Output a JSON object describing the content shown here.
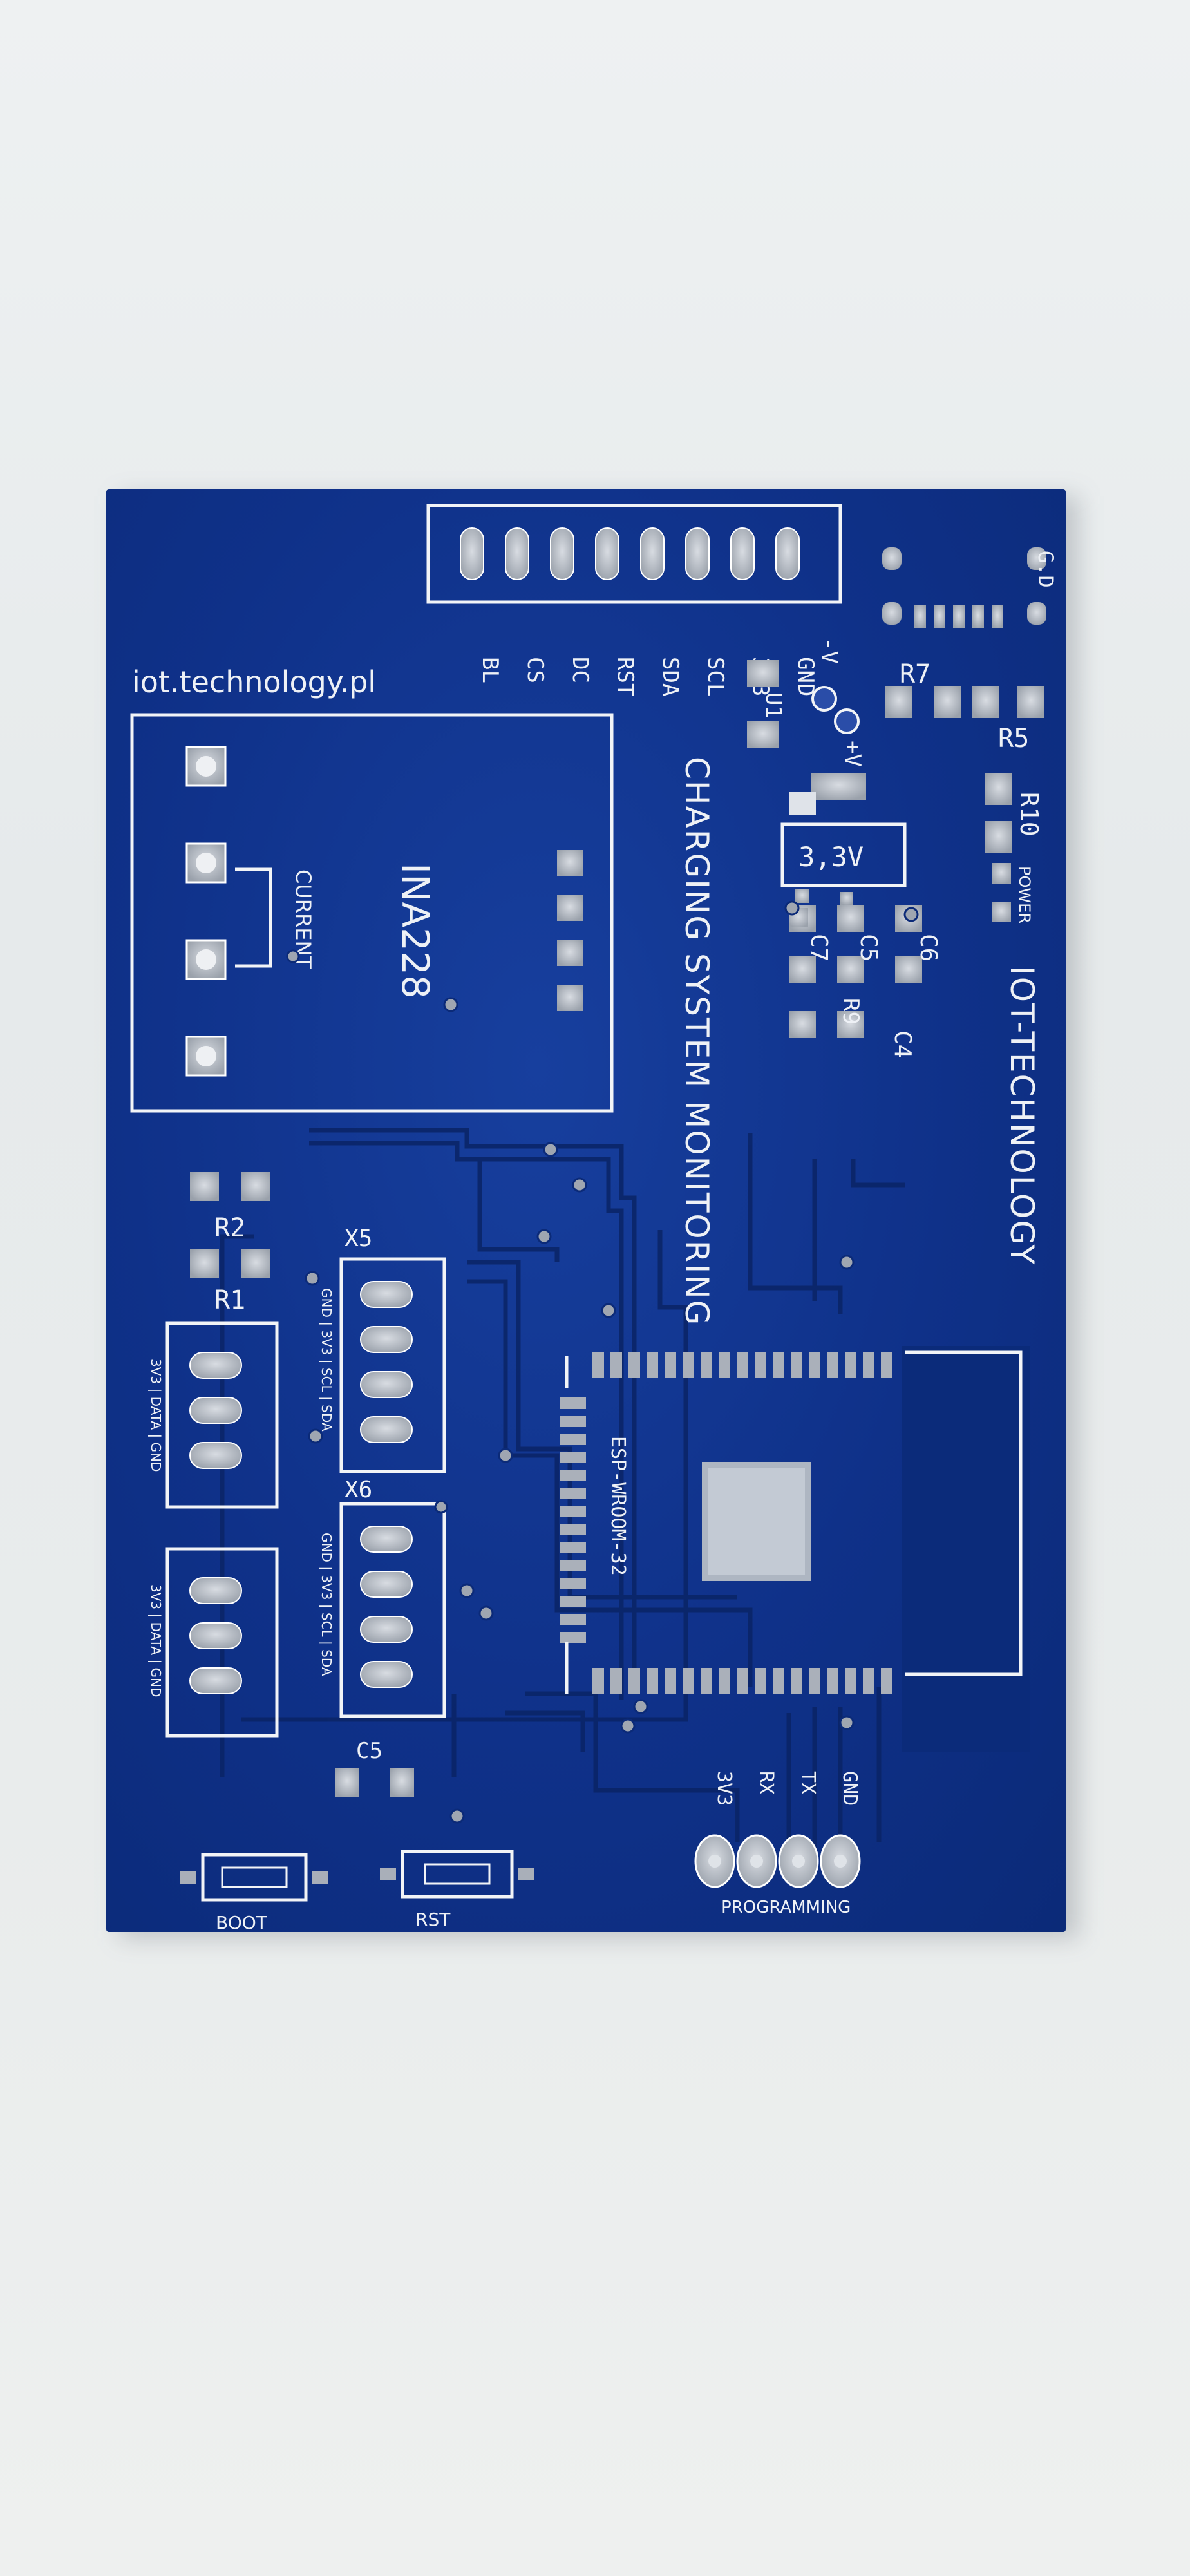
{
  "pcb": {
    "website": "iot.technology.pl",
    "title": "CHARGING SYSTEM MONITORING",
    "brand": "IOT-TECHNOLOGY",
    "voltage_label": "3,3V",
    "sensor_label": "INA228",
    "sensor_sub": "CURRENT",
    "module_label": "ESP-WROOM-32",
    "programming_label": "PROGRAMMING",
    "power_label": "POWER",
    "u1_label": "U1",
    "vplus": "+V",
    "vminus": "-V",
    "gnd_d": "G.D",
    "boot_label": "BOOT",
    "rst_label": "RST",
    "display_pins": [
      "GND",
      "3V3",
      "SCL",
      "SDA",
      "RST",
      "DC",
      "CS",
      "BL"
    ],
    "prog_pins": [
      "GND",
      "TX",
      "RX",
      "3V3"
    ],
    "refs": {
      "r1": "R1",
      "r2": "R2",
      "r5": "R5",
      "r7": "R7",
      "r9": "R9",
      "r10": "R10",
      "c4": "C4",
      "c5": "C5",
      "c6": "C6",
      "c7": "C7",
      "x5": "X5",
      "x6": "X6",
      "c25": "C5"
    },
    "sensor_connector_pins": "3V3 | DATA | GND",
    "i2c_connector_pins": "GND | 3V3 | SCL | SDA"
  },
  "colors": {
    "background": "#e9ecec",
    "board": "#0f3189",
    "silkscreen": "#f2f4f7",
    "pad": "#b9bec6",
    "trace": "#0a2466"
  }
}
